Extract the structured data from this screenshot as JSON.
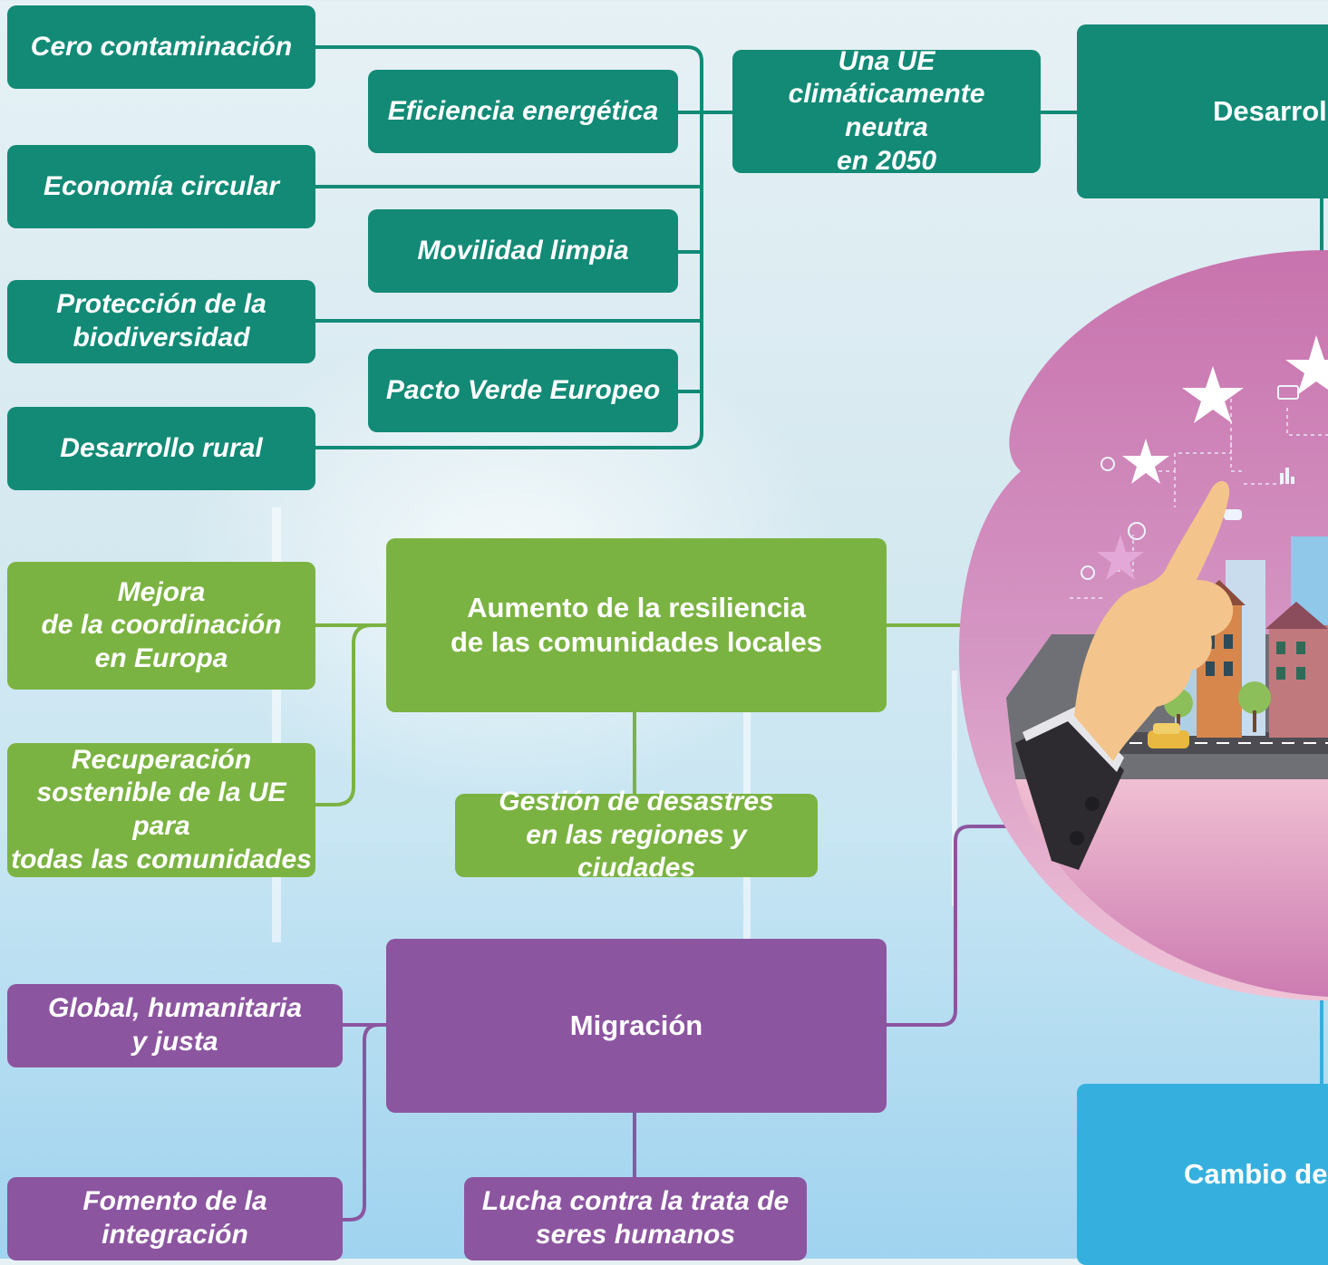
{
  "colors": {
    "environment": "#128a76",
    "resilience": "#7bb342",
    "migration": "#8c55a0",
    "climate": "#35b0de",
    "globe": "#c873ad"
  },
  "environment": {
    "hub_partial_label": "Desarrol",
    "neutral": "Una UE\nclimáticamente neutra\nen 2050",
    "items": [
      "Cero contaminación",
      "Eficiencia energética",
      "Economía circular",
      "Movilidad limpia",
      "Protección de la\nbiodiversidad",
      "Pacto Verde Europeo",
      "Desarrollo rural"
    ]
  },
  "resilience": {
    "main": "Aumento de la resiliencia\nde las comunidades locales",
    "items": [
      "Mejora\nde la coordinación\nen Europa",
      "Recuperación\nsostenible de la UE para\ntodas las comunidades",
      "Gestión de desastres\nen las regiones y ciudades"
    ]
  },
  "migration": {
    "main": "Migración",
    "items": [
      "Global, humanitaria\ny justa",
      "Fomento de la\nintegración",
      "Lucha contra la trata de\nseres humanos"
    ]
  },
  "climate": {
    "partial_label": "Cambio de"
  },
  "icons": [
    "star-icon",
    "wifi-icon",
    "location-pin-icon",
    "globe-icon",
    "gear-icon",
    "car-icon",
    "laptop-icon",
    "chart-icon",
    "lightning-icon"
  ]
}
